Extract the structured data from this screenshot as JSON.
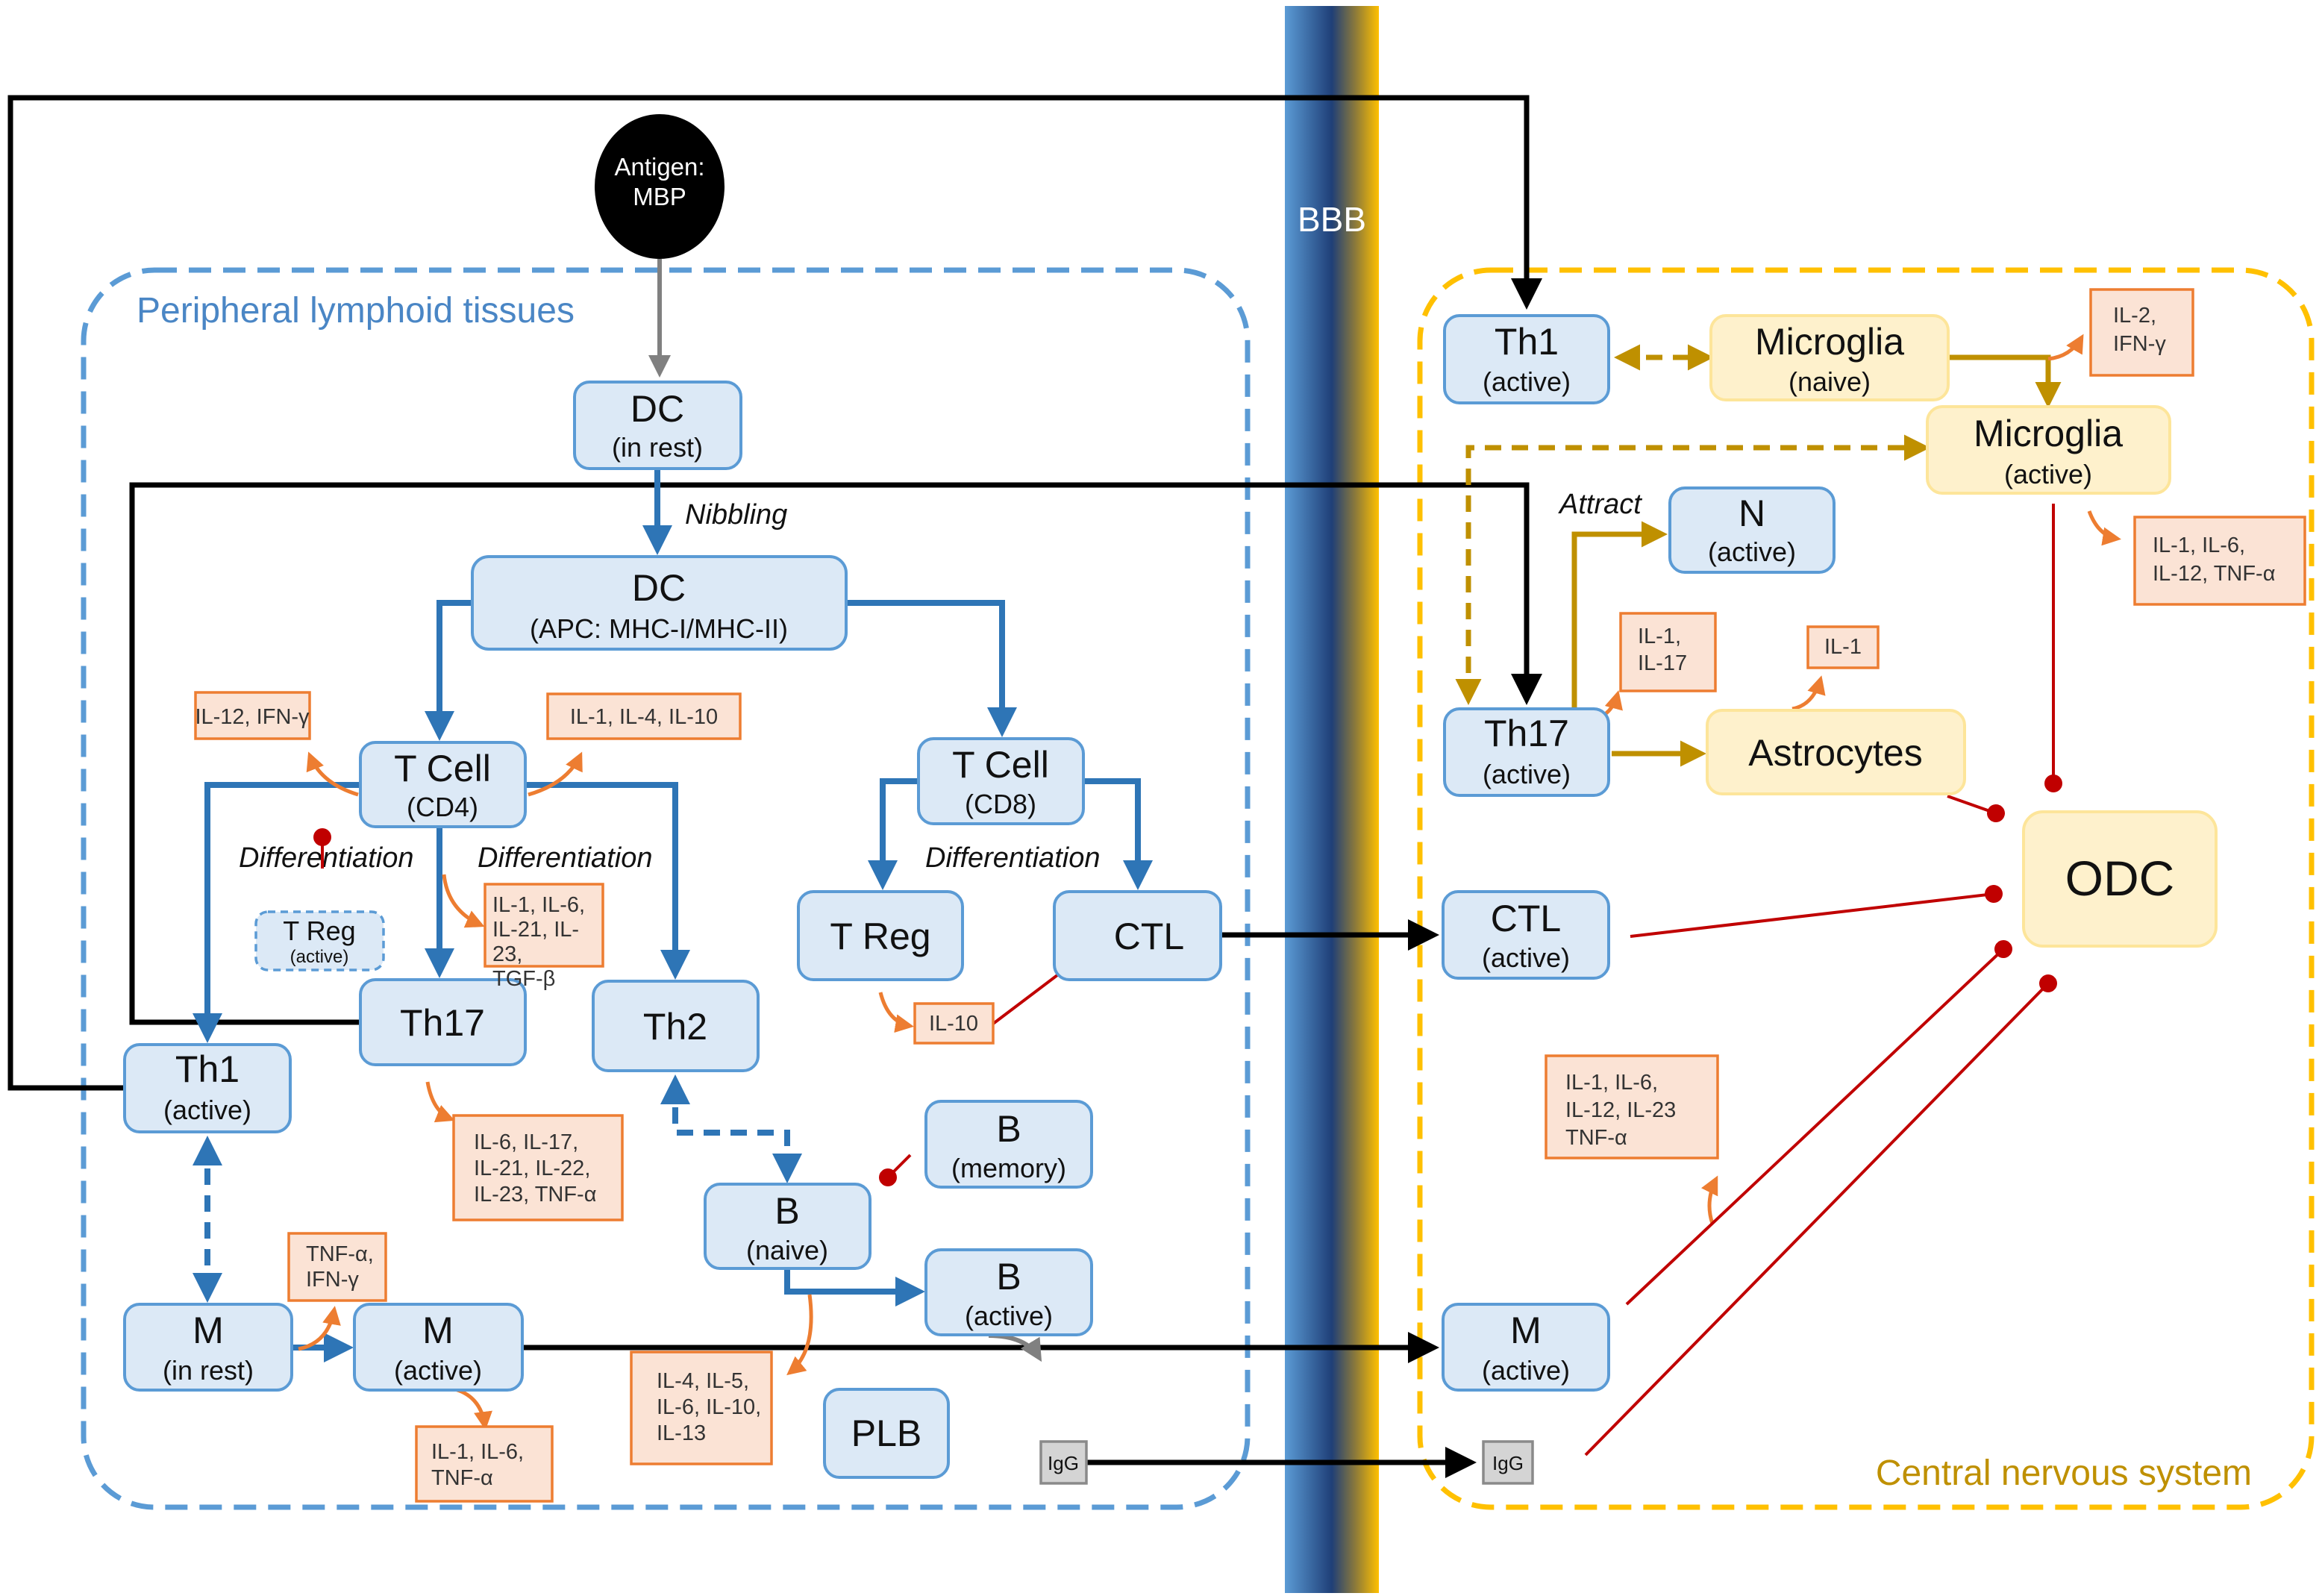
{
  "barrier": {
    "label": "BBB"
  },
  "regions": {
    "peripheral": {
      "label": "Peripheral lymphoid tissues",
      "color": "#5b9bd5"
    },
    "cns": {
      "label": "Central nervous system",
      "color": "#ffc000"
    }
  },
  "antigen": {
    "line1": "Antigen:",
    "line2": "MBP"
  },
  "annotations": {
    "nibbling": "Nibbling",
    "differentiation_left": "Differentiation",
    "differentiation_mid": "Differentiation",
    "differentiation_cd8": "Differentiation",
    "attract": "Attract"
  },
  "cells": {
    "dc_rest": {
      "name": "DC",
      "state": "(in rest)"
    },
    "dc_apc": {
      "name": "DC",
      "state": "(APC: MHC-I/MHC-II)"
    },
    "tcell_cd4": {
      "name": "T Cell",
      "state": "(CD4)"
    },
    "tcell_cd8": {
      "name": "T Cell",
      "state": "(CD8)"
    },
    "treg_active": {
      "name": "T Reg",
      "state": "(active)"
    },
    "th17": {
      "name": "Th17"
    },
    "th2": {
      "name": "Th2"
    },
    "th1_active": {
      "name": "Th1",
      "state": "(active)"
    },
    "treg_cd8": {
      "name": "T Reg"
    },
    "ctl": {
      "name": "CTL"
    },
    "b_memory": {
      "name": "B",
      "state": "(memory)"
    },
    "b_naive": {
      "name": "B",
      "state": "(naive)"
    },
    "b_active": {
      "name": "B",
      "state": "(active)"
    },
    "plb": {
      "name": "PLB"
    },
    "m_rest": {
      "name": "M",
      "state": "(in rest)"
    },
    "m_active": {
      "name": "M",
      "state": "(active)"
    },
    "igg_left": {
      "name": "IgG"
    },
    "cns_th1": {
      "name": "Th1",
      "state": "(active)"
    },
    "cns_microglia_naive": {
      "name": "Microglia",
      "state": "(naive)"
    },
    "cns_microglia_active": {
      "name": "Microglia",
      "state": "(active)"
    },
    "cns_n": {
      "name": "N",
      "state": "(active)"
    },
    "cns_th17": {
      "name": "Th17",
      "state": "(active)"
    },
    "cns_astrocytes": {
      "name": "Astrocytes"
    },
    "cns_odc": {
      "name": "ODC"
    },
    "cns_ctl": {
      "name": "CTL",
      "state": "(active)"
    },
    "cns_m": {
      "name": "M",
      "state": "(active)"
    },
    "cns_igg": {
      "name": "IgG"
    }
  },
  "cytokines": {
    "tcell_left": [
      "IL-12, IFN-γ"
    ],
    "tcell_right": [
      "IL-1, IL-4, IL-10"
    ],
    "th17_diff": [
      "IL-1, IL-6,",
      "IL-21, IL-",
      "23,",
      "TGF-β"
    ],
    "th17_out": [
      "IL-6, IL-17,",
      "IL-21, IL-22,",
      "IL-23, TNF-α"
    ],
    "treg_il10": [
      "IL-10"
    ],
    "m_rest_out": [
      "TNF-α,",
      "IFN-γ"
    ],
    "m_active_out": [
      "IL-1, IL-6,",
      "TNF-α"
    ],
    "b_out": [
      "IL-4, IL-5,",
      "IL-6, IL-10,",
      "IL-13"
    ],
    "cns_microglia_naive_out": [
      "IL-2,",
      "IFN-γ"
    ],
    "cns_microglia_active_out": [
      "IL-1, IL-6,",
      "IL-12, TNF-α"
    ],
    "cns_th17_out": [
      "IL-1,",
      "IL-17"
    ],
    "cns_astro_out": [
      "IL-1"
    ],
    "cns_m_out": [
      "IL-1, IL-6,",
      "IL-12, IL-23",
      "TNF-α"
    ]
  },
  "colors": {
    "cell_blue_fill": "#dce9f6",
    "cell_blue_stroke": "#5b9bd5",
    "cell_yellow_fill": "#fef1cc",
    "cytokine_fill": "#fbe3d5",
    "cytokine_stroke": "#ed7d31",
    "inhibit_red": "#c00000",
    "activation_blue": "#2e75b6",
    "activation_gold": "#bf9000"
  }
}
